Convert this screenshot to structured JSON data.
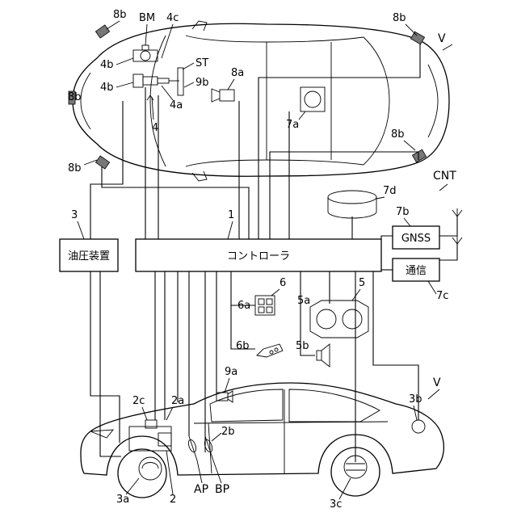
{
  "labels": {
    "v_top": "V",
    "v_bottom": "V",
    "cnt": "CNT",
    "bm": "BM",
    "st": "ST",
    "r4": "4",
    "r4a": "4a",
    "r4b": "4b",
    "r4c": "4c",
    "r9b": "9b",
    "r8a": "8a",
    "r8b_tl": "8b",
    "r8b_tr": "8b",
    "r8b_l": "8b",
    "r8b_bl": "8b",
    "r8b_r": "8b",
    "r7a": "7a",
    "r7b": "7b",
    "r7c": "7c",
    "r7d": "7d",
    "r3": "3",
    "r1": "1",
    "r6": "6",
    "r6a": "6a",
    "r6b": "6b",
    "r5": "5",
    "r5a": "5a",
    "r5b": "5b",
    "r9a": "9a",
    "r2c": "2c",
    "r2a": "2a",
    "r2b": "2b",
    "r3b": "3b",
    "r3a": "3a",
    "r2": "2",
    "ap": "AP",
    "bp": "BP",
    "r3c": "3c"
  },
  "boxes": {
    "controller": "コントローラ",
    "hydraulic": "油圧装置",
    "gnss": "GNSS",
    "comm": "通信"
  }
}
